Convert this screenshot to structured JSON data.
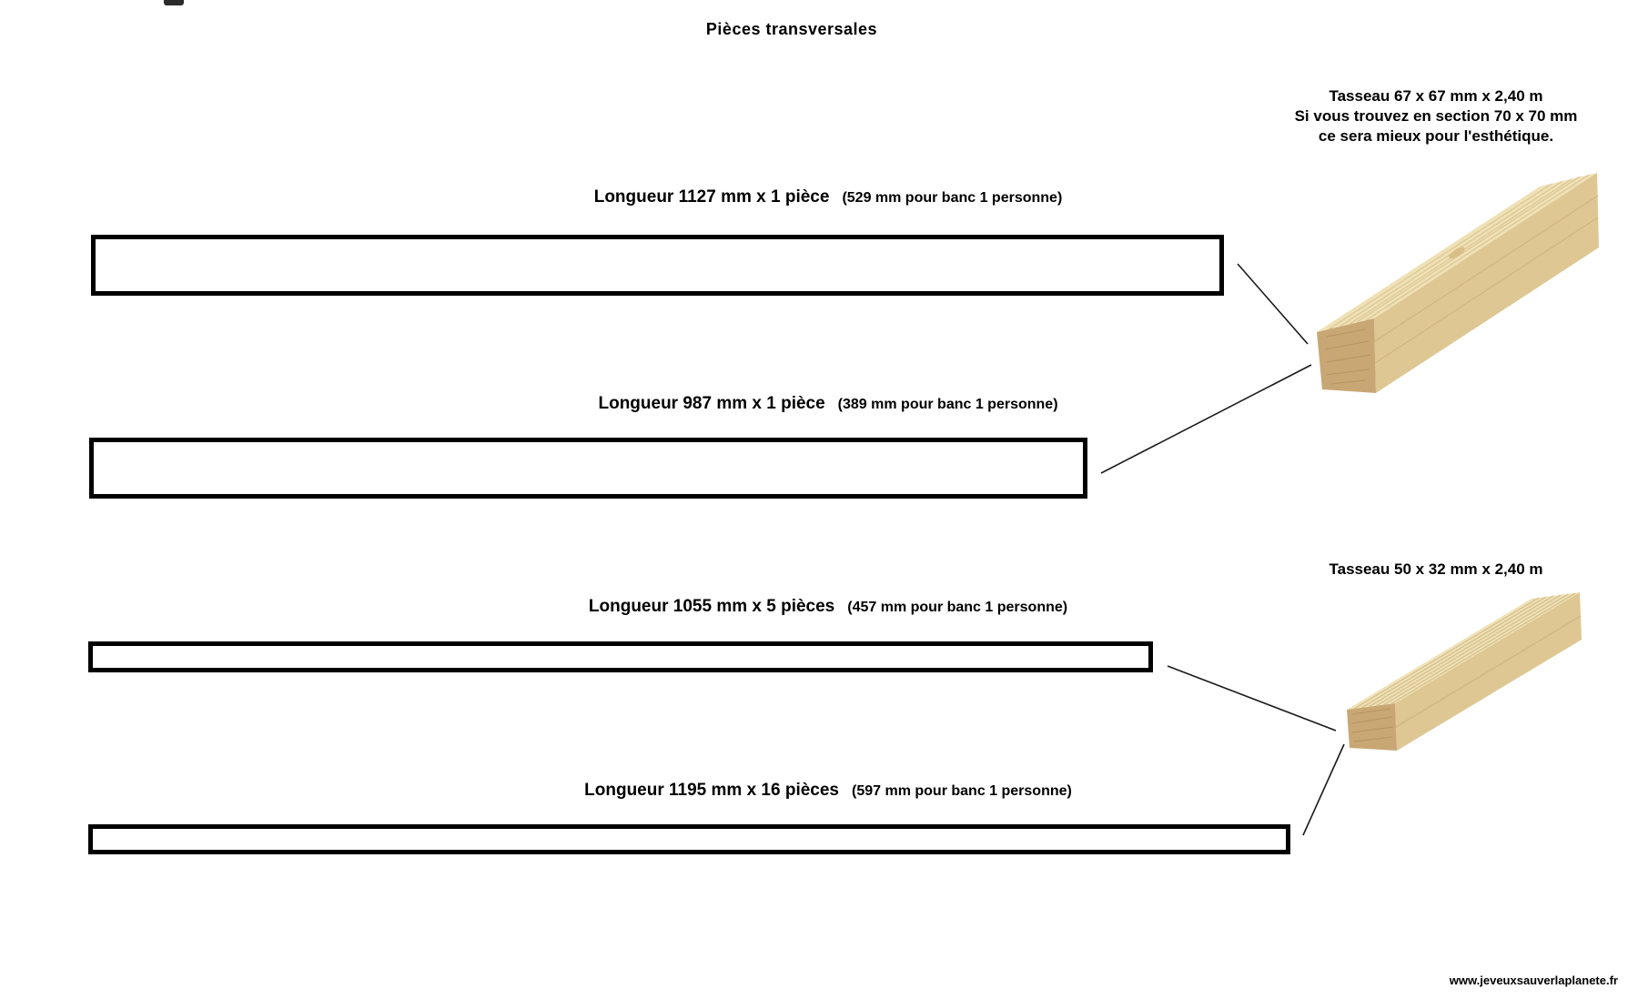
{
  "title": "Pièces transversales",
  "watermark": "www.jeveuxsauverlaplanete.fr",
  "notes": {
    "large": [
      "Tasseau 67 x 67 mm x 2,40 m",
      "Si vous trouvez en section 70 x 70 mm",
      "ce sera mieux pour l'esthétique."
    ],
    "small": [
      "Tasseau 50 x 32 mm x 2,40 m"
    ]
  },
  "pieces": [
    {
      "main": "Longueur 1127 mm x 1 pièce",
      "sub": "(529 mm pour banc 1 personne)"
    },
    {
      "main": "Longueur 987 mm x 1 pièce",
      "sub": "(389 mm pour banc 1 personne)"
    },
    {
      "main": "Longueur 1055 mm x 5 pièces",
      "sub": "(457 mm pour banc 1 personne)"
    },
    {
      "main": "Longueur 1195 mm x 16 pièces",
      "sub": "(597 mm pour banc 1 personne)"
    }
  ],
  "colors": {
    "wood_top": "#efe1b6",
    "wood_side": "#dec793",
    "wood_end": "#c8a775",
    "wood_grain": "#d9c28c",
    "connector_line": "#1a1a1a"
  }
}
